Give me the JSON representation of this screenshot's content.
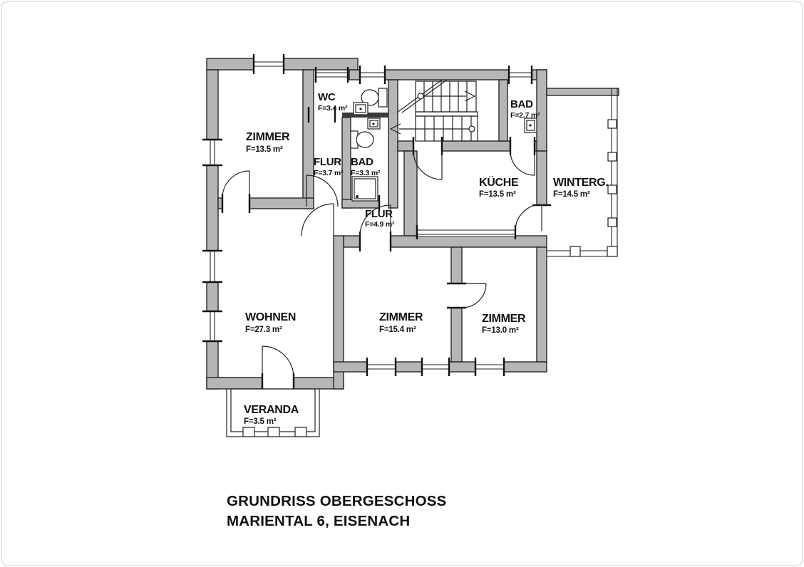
{
  "title": {
    "line1": "GRUNDRISS OBERGESCHOSS",
    "line2": "MARIENTAL 6, EISENACH"
  },
  "plan": {
    "type": "floorplan",
    "colors": {
      "wall_fill": "#b6b6b6",
      "wall_outline": "#1a1a1a",
      "thin_line": "#222222",
      "background": "#ffffff",
      "frame": "#e4e7ea"
    },
    "rooms": [
      {
        "id": "zimmer-13-5",
        "name": "ZIMMER",
        "area": "F=13.5 m²"
      },
      {
        "id": "wc",
        "name": "WC",
        "area": "F=3.4 m²"
      },
      {
        "id": "flur-3-7",
        "name": "FLUR",
        "area": "F=3.7 m²"
      },
      {
        "id": "bad-3-3",
        "name": "BAD",
        "area": "F=3.3 m²"
      },
      {
        "id": "bad-2-7",
        "name": "BAD",
        "area": "F=2.7 m²"
      },
      {
        "id": "kueche",
        "name": "KÜCHE",
        "area": "F=13.5 m²"
      },
      {
        "id": "wintergarten",
        "name": "WINTERG.",
        "area": "F=14.5 m²"
      },
      {
        "id": "flur-4-9",
        "name": "FLUR",
        "area": "F=4.9 m²"
      },
      {
        "id": "wohnen",
        "name": "WOHNEN",
        "area": "F=27.3 m²"
      },
      {
        "id": "zimmer-15-4",
        "name": "ZIMMER",
        "area": "F=15.4 m²"
      },
      {
        "id": "zimmer-13-0",
        "name": "ZIMMER",
        "area": "F=13.0 m²"
      },
      {
        "id": "veranda",
        "name": "VERANDA",
        "area": "F=3.5 m²"
      }
    ]
  }
}
